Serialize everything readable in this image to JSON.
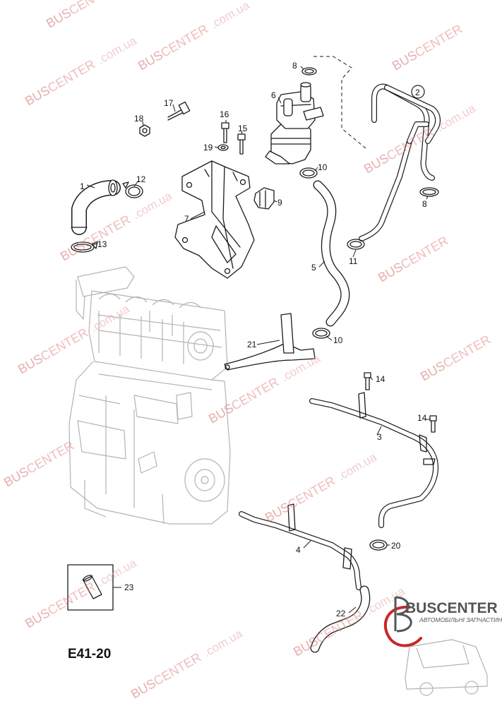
{
  "diagram": {
    "code": "E41-20",
    "callouts": {
      "c1": "1",
      "c2": "2",
      "c3": "3",
      "c4": "4",
      "c5": "5",
      "c6": "6",
      "c7": "7",
      "c8a": "8",
      "c8b": "8",
      "c9": "9",
      "c10a": "10",
      "c10b": "10",
      "c11": "11",
      "c12": "12",
      "c13": "13",
      "c14a": "14",
      "c14b": "14",
      "c15": "15",
      "c16": "16",
      "c17": "17",
      "c18": "18",
      "c19": "19",
      "c20": "20",
      "c21": "21",
      "c22": "22",
      "c23": "23"
    }
  },
  "watermark": {
    "brand_a": "BUS",
    "brand_b": "CENTER",
    "domain": ".com.ua",
    "color": "#e08585"
  },
  "logo": {
    "name": "BUSCENTER",
    "tagline": "АВТОМОБІЛЬНІ ЗАПЧАСТИНИ",
    "accent_color": "#c62828"
  }
}
